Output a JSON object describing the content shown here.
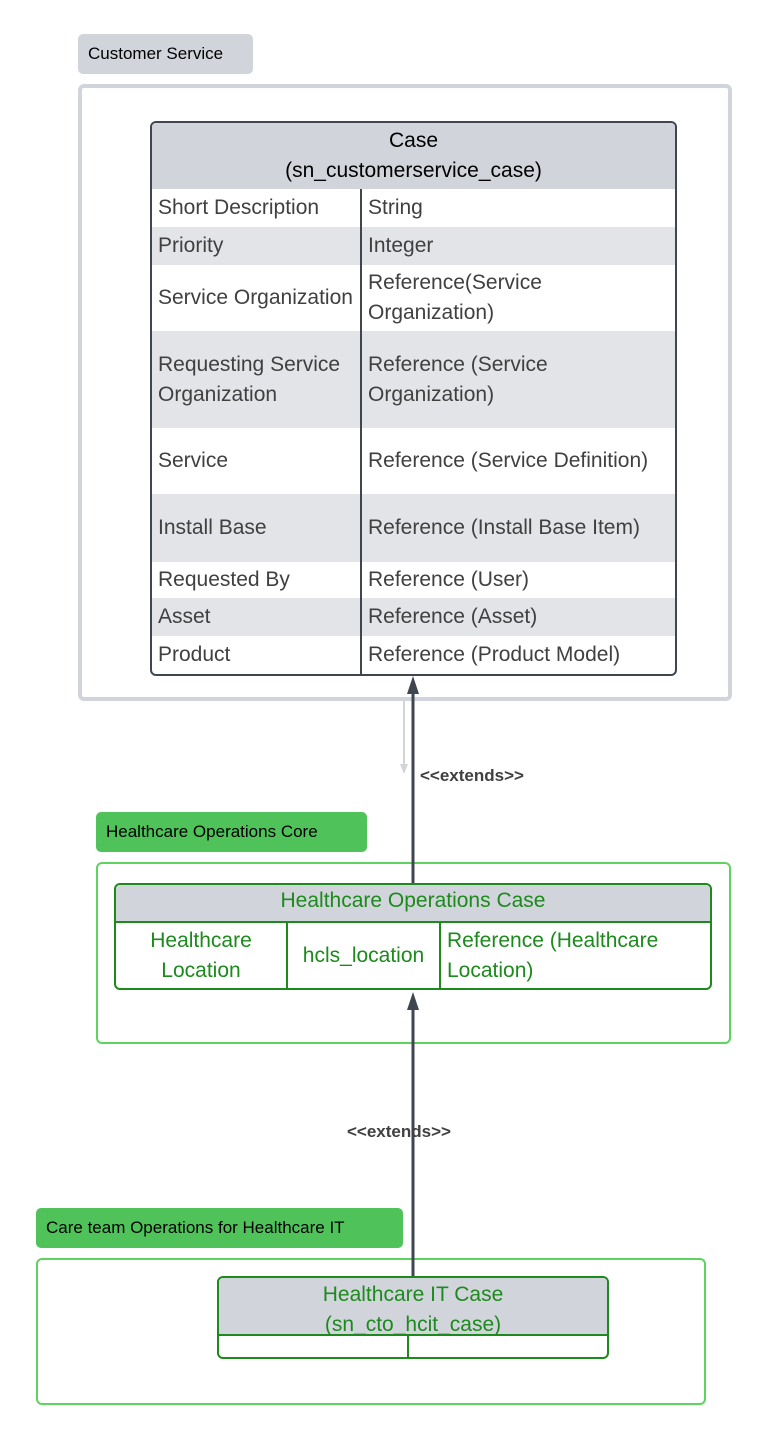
{
  "groups": {
    "customer_service": {
      "label": "Customer Service"
    },
    "healthcare_ops_core": {
      "label": "Healthcare  Operations Core"
    },
    "care_team_ops": {
      "label": "Care team Operations for Healthcare IT"
    }
  },
  "case_table": {
    "title": "Case",
    "subtitle": "(sn_customerservice_case)",
    "rows": [
      {
        "name": "Short Description",
        "type": "String"
      },
      {
        "name": "Priority",
        "type": "Integer"
      },
      {
        "name": "Service Organization",
        "type": "Reference(Service Organization)"
      },
      {
        "name": "Requesting Service Organization",
        "type": "Reference (Service Organization)"
      },
      {
        "name": "Service",
        "type": "Reference (Service Definition)"
      },
      {
        "name": "Install Base",
        "type": "Reference (Install Base Item)"
      },
      {
        "name": "Requested By",
        "type": "Reference (User)"
      },
      {
        "name": "Asset",
        "type": "Reference (Asset)"
      },
      {
        "name": "Product",
        "type": "Reference (Product Model)"
      }
    ]
  },
  "hc_ops_case_table": {
    "title": "Healthcare Operations Case",
    "row": {
      "label": "Healthcare Location",
      "field": "hcls_location",
      "type": "Reference (Healthcare Location)"
    }
  },
  "hc_it_case_table": {
    "title": "Healthcare IT Case",
    "subtitle": "(sn_cto_hcit_case)"
  },
  "connectors": {
    "extends_top": "<<extends>>",
    "extends_bottom": "<<extends>>"
  },
  "colors": {
    "gray_fill": "#d1d5db",
    "green_label": "#4fc35a",
    "green_text": "#1c8a1c",
    "green_frame": "#5fd35f",
    "dark_border": "#3f4650"
  }
}
